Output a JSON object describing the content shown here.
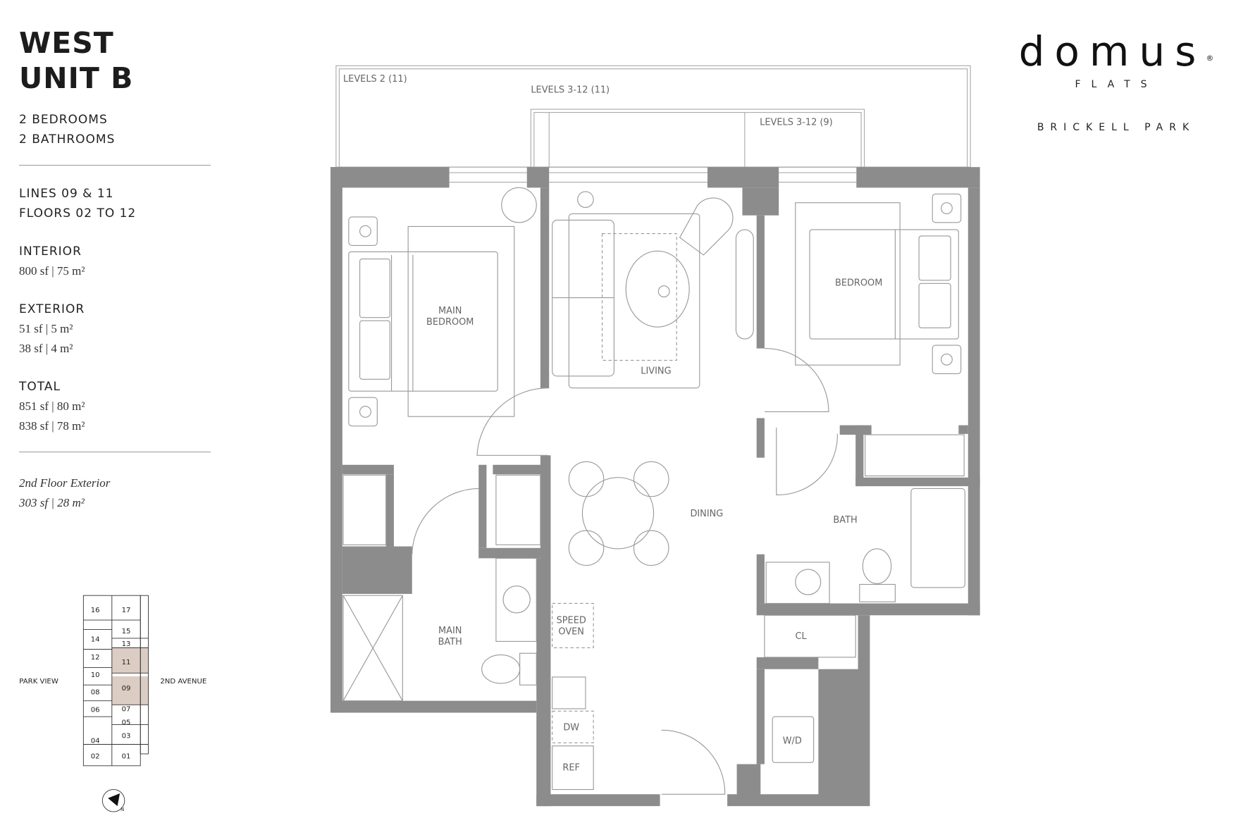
{
  "unit": {
    "title_line1": "WEST",
    "title_line2": "UNIT B",
    "bedrooms": "2 BEDROOMS",
    "bathrooms": "2 BATHROOMS",
    "lines": "LINES 09 & 11",
    "floors": "FLOORS 02 TO 12",
    "interior_label": "INTERIOR",
    "interior_value": "800 sf | 75 m²",
    "exterior_label": "EXTERIOR",
    "exterior_values": [
      "51 sf | 5 m²",
      "38 sf | 4 m²"
    ],
    "total_label": "TOTAL",
    "total_values": [
      "851 sf | 80 m²",
      "838 sf | 78 m²"
    ],
    "second_floor_label": "2nd Floor Exterior",
    "second_floor_value": "303  sf | 28 m²"
  },
  "brand": {
    "name": "domus",
    "registered": "®",
    "sub": "FLATS",
    "location": "BRICKELL PARK"
  },
  "plan": {
    "wall_color": "#8c8c8c",
    "balconies": [
      "LEVELS 2 (11)",
      "LEVELS 3-12 (11)",
      "LEVELS 3-12 (9)"
    ],
    "rooms": {
      "main_bedroom": [
        "MAIN",
        "BEDROOM"
      ],
      "living": "LIVING",
      "bedroom": "BEDROOM",
      "dining": "DINING",
      "bath": "BATH",
      "main_bath": [
        "MAIN",
        "BATH"
      ],
      "speed_oven": [
        "SPEED",
        "OVEN"
      ],
      "dw": "DW",
      "ref": "REF",
      "cl": "CL",
      "wd": "W/D"
    }
  },
  "key_plan": {
    "highlight_color": "#dccdc4",
    "left_label": "PARK VIEW",
    "right_label": "2ND AVENUE",
    "units": [
      "16",
      "17",
      "15",
      "14",
      "13",
      "12",
      "11",
      "10",
      "09",
      "08",
      "07",
      "06",
      "05",
      "04",
      "03",
      "02",
      "01"
    ],
    "highlighted": [
      "11",
      "09"
    ],
    "compass": "N"
  }
}
